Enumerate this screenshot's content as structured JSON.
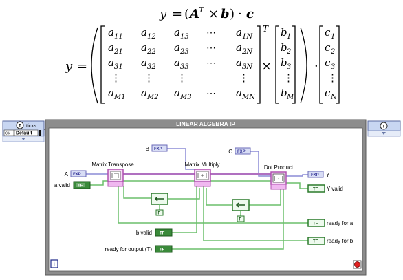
{
  "equation": {
    "line1": {
      "y": "y",
      "eq": "=",
      "open": "(",
      "A": "A",
      "T": "T",
      "times": "×",
      "b": "b",
      "close": ")",
      "dot": "·",
      "c": "c"
    },
    "y": "y",
    "eq": "=",
    "matrix_A": [
      [
        "11",
        "12",
        "13",
        "1N"
      ],
      [
        "21",
        "22",
        "23",
        "2N"
      ],
      [
        "31",
        "32",
        "33",
        "3N"
      ],
      [
        "⋮",
        "⋮",
        "⋮",
        "⋮"
      ],
      [
        "M1",
        "M2",
        "M3",
        "MN"
      ]
    ],
    "matrix_A_letter": "a",
    "dots": "⋯",
    "transpose": "T",
    "times": "×",
    "vec_b": [
      "1",
      "2",
      "3",
      "⋮",
      "M"
    ],
    "vec_b_letter": "b",
    "cdot": "·",
    "vec_c": [
      "1",
      "2",
      "3",
      "⋮",
      "N"
    ],
    "vec_c_letter": "c"
  },
  "diagram": {
    "ticks_label": "ticks",
    "default_label": "Default",
    "default_prefix": "Clk",
    "loop_title": "LINEAR ALGEBRA IP",
    "matrix_transpose": "Matrix Transpose",
    "matrix_multiply": "Matrix Multiply",
    "dot_product": "Dot Product",
    "input_A": "A",
    "input_B": "B",
    "input_C": "C",
    "a_valid": "a valid",
    "b_valid": "b valid",
    "ready_for_output": "ready for output (T)",
    "output_Y": "Y",
    "y_valid": "Y valid",
    "ready_for_a": "ready for a",
    "ready_for_b": "ready for b",
    "fxp": "FXP",
    "tf": "TF",
    "false_const": "F",
    "info": "i",
    "timer_glyph": "T",
    "colors": {
      "loop_border": "#7f7f7f",
      "loop_title_bg": "#9b9b9b",
      "wire_bool": "#6bbf6b",
      "wire_fxp": "#8b8bd6",
      "wire_matrix": "#b070c0",
      "panel_bg": "#c8d6f2"
    }
  }
}
